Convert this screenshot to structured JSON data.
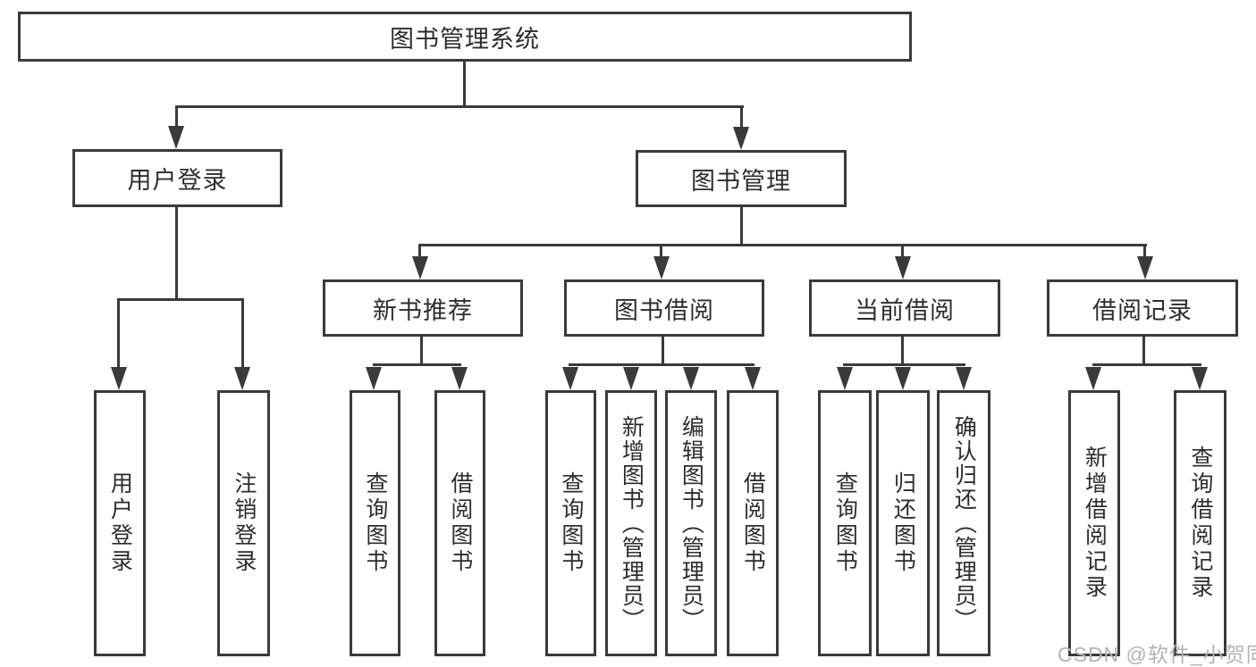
{
  "diagram": {
    "title_node": "图书管理系统",
    "user_login": {
      "label": "用户登录",
      "children": [
        {
          "label": "用户登录"
        },
        {
          "label": "注销登录"
        }
      ]
    },
    "book_mgmt": {
      "label": "图书管理",
      "sections": [
        {
          "label": "新书推荐",
          "children": [
            {
              "label": "查询图书"
            },
            {
              "label": "借阅图书"
            }
          ]
        },
        {
          "label": "图书借阅",
          "children": [
            {
              "label": "查询图书"
            },
            {
              "label": "新增图书（管理员）"
            },
            {
              "label": "编辑图书（管理员）"
            },
            {
              "label": "借阅图书"
            }
          ]
        },
        {
          "label": "当前借阅",
          "children": [
            {
              "label": "查询图书"
            },
            {
              "label": "归还图书"
            },
            {
              "label": "确认归还（管理员）"
            }
          ]
        },
        {
          "label": "借阅记录",
          "children": [
            {
              "label": "新增借阅记录"
            },
            {
              "label": "查询借阅记录"
            }
          ]
        }
      ]
    },
    "watermark": "CSDN @软件_小贺同学",
    "colors": {
      "line": "#3a3a3a",
      "text": "#2d2d2d",
      "watermark": "#b4b4b4",
      "background": "#ffffff"
    }
  }
}
